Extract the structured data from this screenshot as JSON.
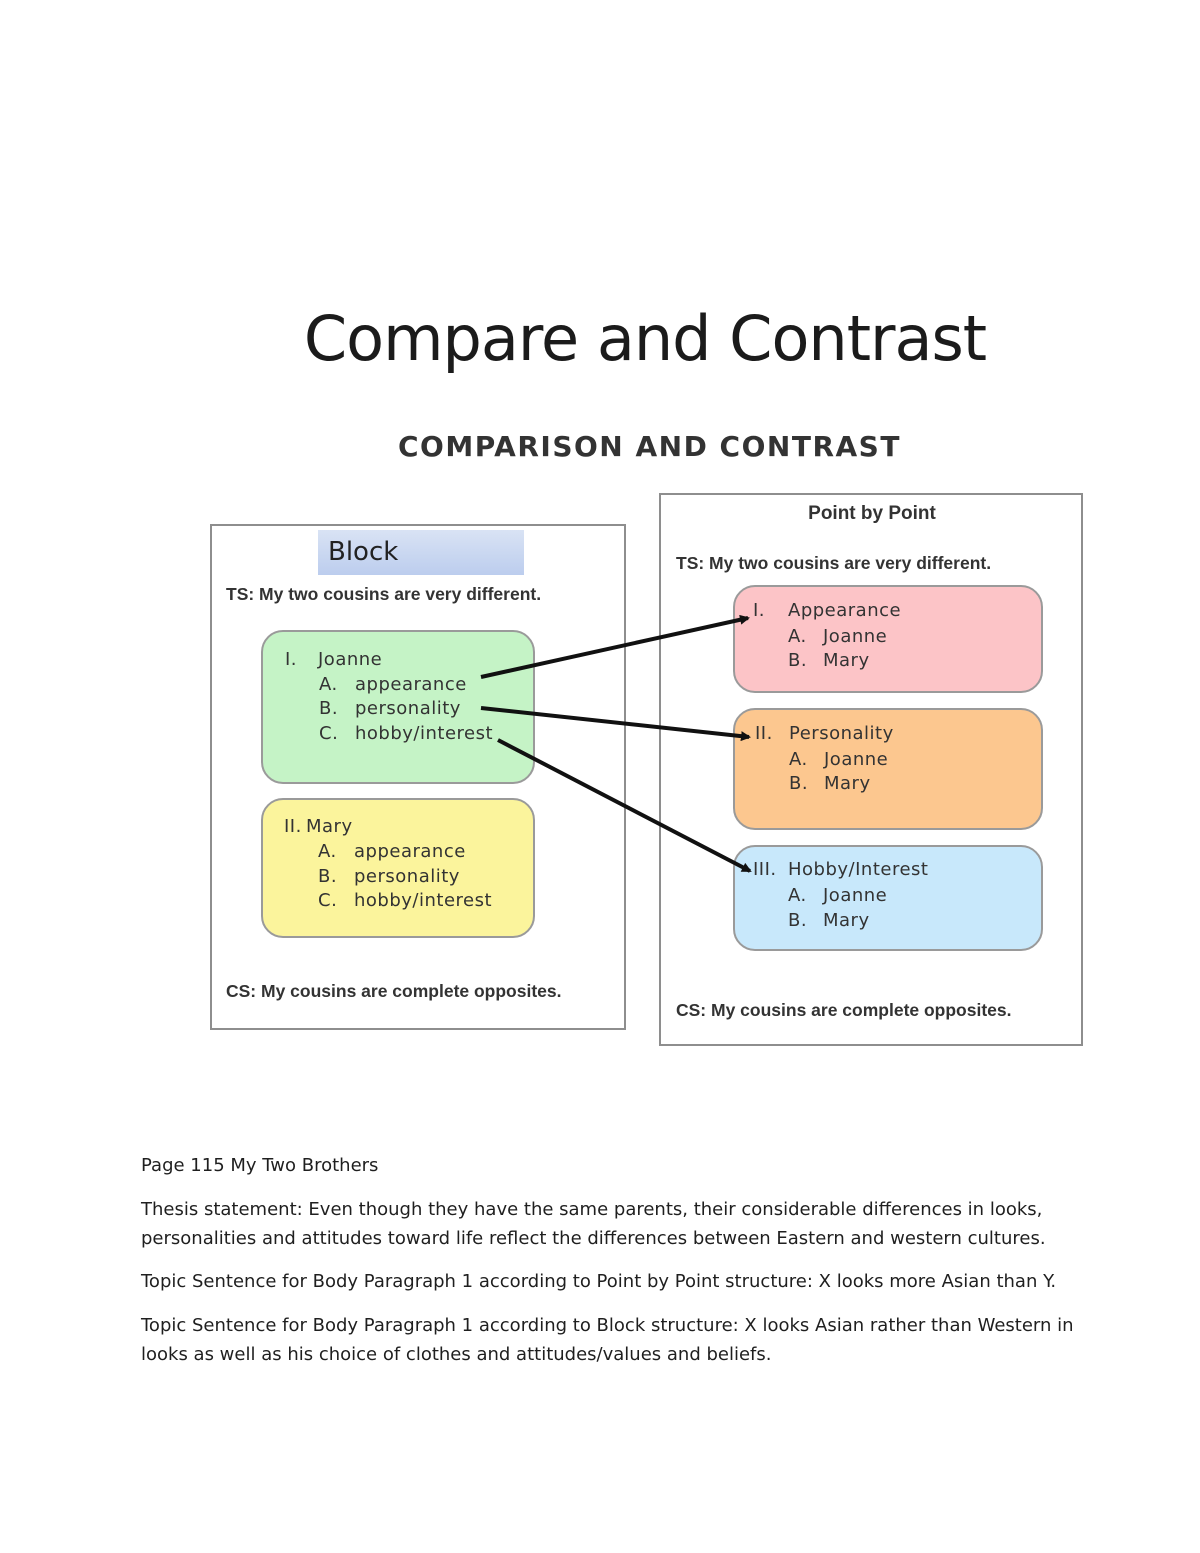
{
  "document": {
    "title": "Compare and Contrast",
    "diagram_heading": "COMPARISON AND CONTRAST",
    "block": {
      "label": "Block",
      "ts": "TS: My two cousins are very different.",
      "groups": [
        {
          "heading_num": "I.",
          "heading": "Joanne",
          "items": [
            {
              "letter": "A.",
              "text": "appearance"
            },
            {
              "letter": "B.",
              "text": "personality"
            },
            {
              "letter": "C.",
              "text": "hobby/interest"
            }
          ]
        },
        {
          "heading_num": "II.",
          "heading": "Mary",
          "items": [
            {
              "letter": "A.",
              "text": "appearance"
            },
            {
              "letter": "B.",
              "text": "personality"
            },
            {
              "letter": "C.",
              "text": "hobby/interest"
            }
          ]
        }
      ],
      "cs": "CS: My cousins are complete opposites."
    },
    "point": {
      "label": "Point by Point",
      "ts": "TS: My two cousins are very different.",
      "groups": [
        {
          "heading_num": "I.",
          "heading": "Appearance",
          "items": [
            {
              "letter": "A.",
              "text": "Joanne"
            },
            {
              "letter": "B.",
              "text": "Mary"
            }
          ]
        },
        {
          "heading_num": "II.",
          "heading": "Personality",
          "items": [
            {
              "letter": "A.",
              "text": "Joanne"
            },
            {
              "letter": "B.",
              "text": "Mary"
            }
          ]
        },
        {
          "heading_num": "III.",
          "heading": "Hobby/Interest",
          "items": [
            {
              "letter": "A.",
              "text": "Joanne"
            },
            {
              "letter": "B.",
              "text": "Mary"
            }
          ]
        }
      ],
      "cs": "CS: My cousins are complete opposites."
    },
    "colors": {
      "joanne_box": "#c5f3c6",
      "mary_box": "#fbf49c",
      "appearance_box": "#fcc4c7",
      "personality_box": "#fcc78f",
      "hobby_box": "#c8e8fb"
    },
    "body": {
      "page_ref": "Page 115 My Two Brothers",
      "thesis_line1": "Thesis statement: Even though they have the same parents, their considerable differences in looks,",
      "thesis_line2": "personalities and attitudes toward life reflect the differences between Eastern and western cultures.",
      "topic_point": "Topic Sentence for Body Paragraph 1 according to Point by Point structure: X looks  more Asian than Y.",
      "topic_block_line1": "Topic Sentence for Body Paragraph 1 according to Block structure: X looks Asian rather than Western in",
      "topic_block_line2": "looks as well as his choice of clothes and attitudes/values and beliefs."
    }
  }
}
